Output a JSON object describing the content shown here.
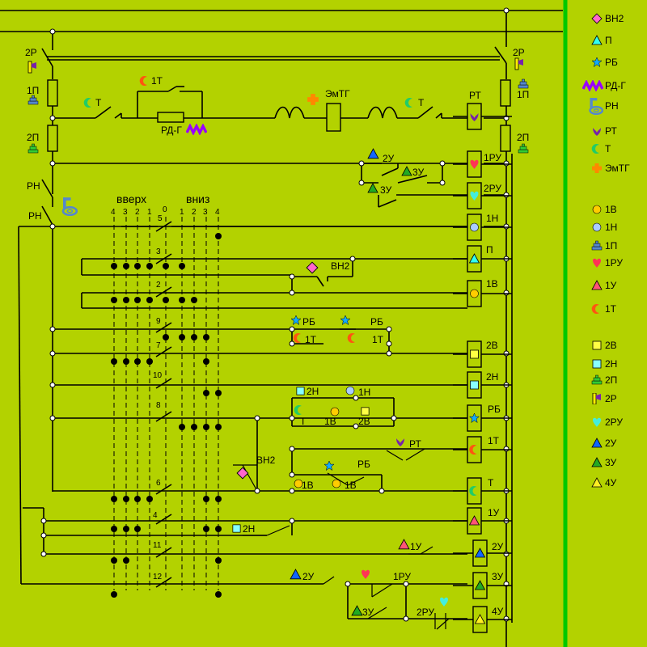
{
  "colors": {
    "background": "#b3d200",
    "divider": "#00c800",
    "vn2": "#ff66cc",
    "p": "#33ffee",
    "rb": "#11aaff",
    "rd_g": "#9900ff",
    "rn": "#5588cc",
    "rt": "#7722aa",
    "t": "#22cc66",
    "emtg": "#ff8800",
    "v1": "#ffcc00",
    "n1": "#aaccff",
    "p1": "#5588cc",
    "ru1": "#ff3355",
    "u1": "#ff5577",
    "t1": "#ff5511",
    "v2": "#ffff44",
    "n2": "#88ffff",
    "p2": "#33cc33",
    "r2": "#ffee00",
    "ru2": "#44eedd",
    "u2": "#1166ff",
    "u3": "#22aa22",
    "u4": "#ffee22"
  },
  "legend": [
    {
      "icon": "diamond-icon",
      "label": "ВН2",
      "color": "#ff66cc"
    },
    {
      "icon": "triangle-icon",
      "label": "П",
      "color": "#33ffee"
    },
    {
      "icon": "star-icon",
      "label": "РБ",
      "color": "#11aaff"
    },
    {
      "icon": "zigzag-icon",
      "label": "РД-Г",
      "color": "#9900ff"
    },
    {
      "icon": "key-icon",
      "label": "РН",
      "color": "#5588cc"
    },
    {
      "icon": "heart-icon",
      "label": "РТ",
      "color": "#7722aa"
    },
    {
      "icon": "crescent-icon",
      "label": "Т",
      "color": "#22cc66"
    },
    {
      "icon": "cross-icon",
      "label": "ЭмТГ",
      "color": "#ff8800"
    },
    {
      "icon": "circle-icon",
      "label": "1В",
      "color": "#ffcc00"
    },
    {
      "icon": "circle-icon",
      "label": "1Н",
      "color": "#aaccff"
    },
    {
      "icon": "stack-icon",
      "label": "1П",
      "color": "#5588cc"
    },
    {
      "icon": "heart-down-icon",
      "label": "1РУ",
      "color": "#ff3355"
    },
    {
      "icon": "triangle-icon",
      "label": "1У",
      "color": "#ff5577"
    },
    {
      "icon": "crescent-icon",
      "label": "1Т",
      "color": "#ff5511"
    },
    {
      "icon": "square-icon",
      "label": "2В",
      "color": "#ffff44"
    },
    {
      "icon": "square-icon",
      "label": "2Н",
      "color": "#88ffff"
    },
    {
      "icon": "stack-icon",
      "label": "2П",
      "color": "#33cc33"
    },
    {
      "icon": "flag-icon",
      "label": "2Р",
      "color": "#ffee00"
    },
    {
      "icon": "heart-down-icon",
      "label": "2РУ",
      "color": "#44eedd"
    },
    {
      "icon": "triangle-icon",
      "label": "2У",
      "color": "#1166ff"
    },
    {
      "icon": "triangle-icon",
      "label": "3У",
      "color": "#22aa22"
    },
    {
      "icon": "triangle-icon",
      "label": "4У",
      "color": "#ffee22"
    }
  ],
  "controller": {
    "up_label": "вверх",
    "down_label": "вниз",
    "up_positions": [
      "4",
      "3",
      "2",
      "1"
    ],
    "zero_position": "0",
    "down_positions": [
      "1",
      "2",
      "3",
      "4"
    ],
    "contacts": [
      "5",
      "3",
      "2",
      "9",
      "7",
      "10",
      "8",
      "6",
      "4",
      "11",
      "12"
    ]
  },
  "labels": {
    "r2_left": "2Р",
    "r2_right": "2Р",
    "p1_left": "1П",
    "p1_right": "1П",
    "p2_left": "2П",
    "p2_right": "2П",
    "rn_1": "РН",
    "rn_2": "РН",
    "t1_top": "1Т",
    "t_top_left": "Т",
    "t_top_right": "Т",
    "rd_g": "РД-Г",
    "emtg": "ЭмТГ",
    "rt_top": "РТ",
    "u2_top": "2У",
    "u3_top": "3У",
    "u3_mid": "3У",
    "vn2_a": "ВН2",
    "vn2_b": "ВН2",
    "rb_a": "РБ",
    "rb_b": "РБ",
    "rb_c": "РБ",
    "t1_a": "1Т",
    "t1_b": "1Т",
    "n2_a": "2Н",
    "n1_a": "1Н",
    "t_mid": "Т",
    "v1_a": "1В",
    "v2_a": "2В",
    "rt_mid": "РТ",
    "v1_b": "1В",
    "v1_c": "1В",
    "n2_b": "2Н",
    "u1_a": "1У",
    "u2_a": "2У",
    "ru1_a": "1РУ",
    "u3_b": "3У",
    "ru2_a": "2РУ"
  },
  "coils": [
    {
      "label": "РТ"
    },
    {
      "label": "1РУ"
    },
    {
      "label": "2РУ"
    },
    {
      "label": "1Н"
    },
    {
      "label": "П"
    },
    {
      "label": "1В"
    },
    {
      "label": "2В"
    },
    {
      "label": "2Н"
    },
    {
      "label": "РБ"
    },
    {
      "label": "1Т"
    },
    {
      "label": "Т"
    },
    {
      "label": "1У"
    },
    {
      "label": "2У"
    },
    {
      "label": "3У"
    },
    {
      "label": "4У"
    }
  ]
}
